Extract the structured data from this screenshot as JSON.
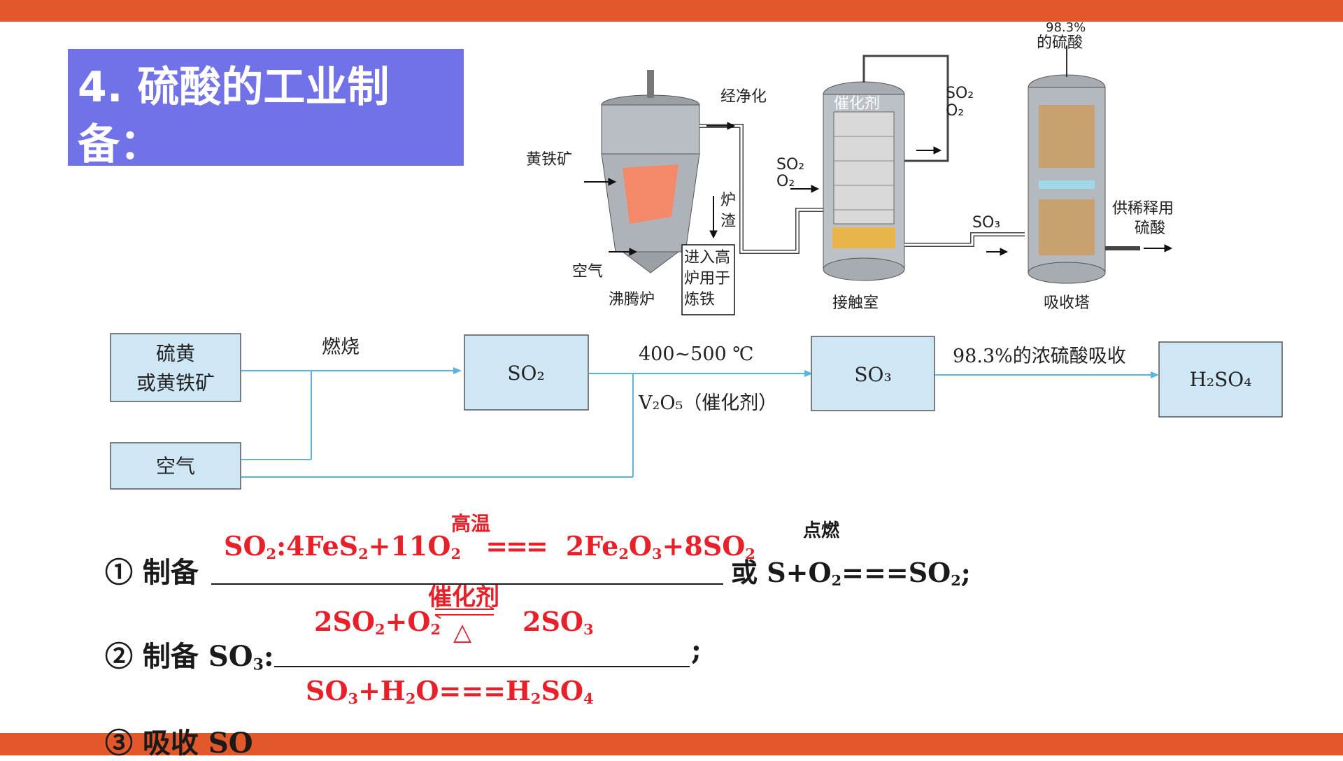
{
  "title": "4. 硫酸的工业制备：",
  "apparatus": {
    "labels": {
      "pyrite": "黄铁矿",
      "air": "空气",
      "furnace": "沸腾炉",
      "purified": "经净化",
      "slag_1": "炉",
      "slag_2": "渣",
      "slag_use_1": "进入高",
      "slag_use_2": "炉用于",
      "slag_use_3": "炼铁",
      "so2_in": "SO₂",
      "o2_in": "O₂",
      "so2_recycle": "SO₂",
      "o2_recycle": "O₂",
      "catalyst": "催化剂",
      "contact_room": "接触室",
      "so3": "SO₃",
      "acid_in_1": "98.3%",
      "acid_in_2": "的硫酸",
      "acid_out_1": "供稀释用",
      "acid_out_2": "硫酸",
      "absorption_tower": "吸收塔"
    }
  },
  "flowchart": {
    "box_raw_1": "硫黄",
    "box_raw_2": "或黄铁矿",
    "box_air": "空气",
    "box_so2": "SO₂",
    "box_so3": "SO₃",
    "box_h2so4": "H₂SO₄",
    "step_burn": "燃烧",
    "step_temp": "400~500 ℃",
    "step_catalyst": "V₂O₅（催化剂）",
    "step_absorb": "98.3%的浓硫酸吸收"
  },
  "equations": {
    "q1_label": "① 制备",
    "q1_answer_head": "SO",
    "q1_answer_body": ":4FeS",
    "q1_answer_o2": "+11O",
    "q1_condition": "高温",
    "q1_sign": "===",
    "q1_products": "2Fe",
    "q1_products_b": "O",
    "q1_products_c": "+8SO",
    "q1_or": "或 S+O",
    "q1_or_sign": "===SO",
    "q1_or_end": ";",
    "q1_or_condition": "点燃",
    "q2_label": "② 制备 SO",
    "q2_colon": ":",
    "q2_end": ";",
    "q2_lhs": "2SO",
    "q2_lhs_b": "+O",
    "q2_condition_top": "催化剂",
    "q2_condition_bottom": "△",
    "q2_rhs": "2SO",
    "q3_answer": "SO",
    "q3_answer_b": "+H",
    "q3_answer_c": "O===H",
    "q3_answer_d": "SO",
    "q3_label": "③ 吸收 SO"
  },
  "colors": {
    "accent_bar": "#e2582a",
    "title_box": "#7272e8",
    "answer_red": "#e8202a",
    "flow_line": "#5ab4e0",
    "flow_box": "#cfe7f5"
  }
}
